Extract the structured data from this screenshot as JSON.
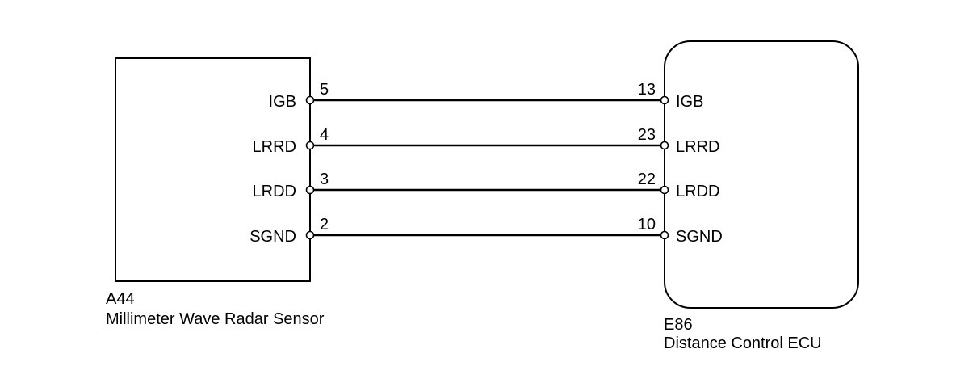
{
  "left_component": {
    "code": "A44",
    "name": "Millimeter Wave Radar Sensor"
  },
  "right_component": {
    "code": "E86",
    "name": "Distance Control ECU"
  },
  "connections": [
    {
      "left_label": "IGB",
      "left_pin": "5",
      "right_pin": "13",
      "right_label": "IGB"
    },
    {
      "left_label": "LRRD",
      "left_pin": "4",
      "right_pin": "23",
      "right_label": "LRRD"
    },
    {
      "left_label": "LRDD",
      "left_pin": "3",
      "right_pin": "22",
      "right_label": "LRDD"
    },
    {
      "left_label": "SGND",
      "left_pin": "2",
      "right_pin": "10",
      "right_label": "SGND"
    }
  ]
}
